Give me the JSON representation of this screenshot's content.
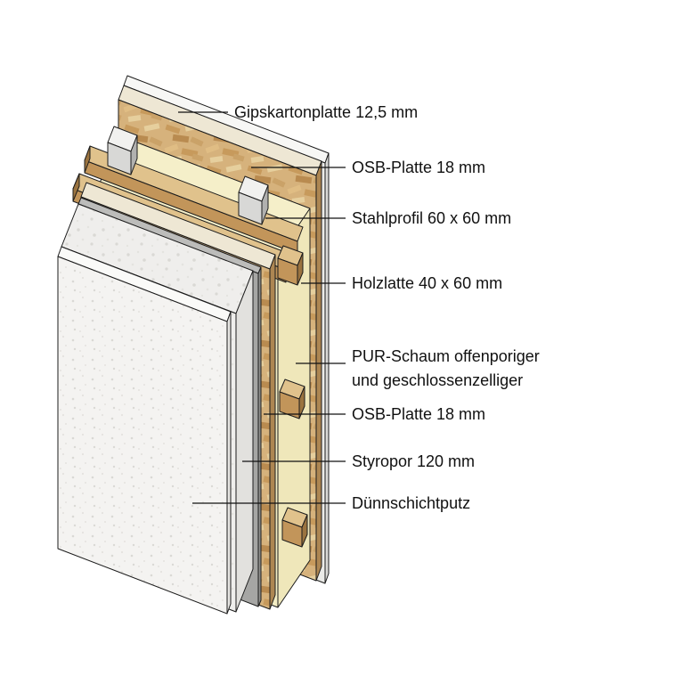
{
  "diagram": {
    "type": "wall-construction-layer-diagram",
    "background": "#ffffff",
    "labels": {
      "gipskarton": "Gipskartonplatte 12,5 mm",
      "osb_back": "OSB-Platte 18 mm",
      "stahlprofil": "Stahlprofil 60 x 60 mm",
      "holzlatte": "Holzlatte 40 x 60 mm",
      "pur_line1": "PUR-Schaum offenporiger",
      "pur_line2": "und geschlossenzelliger",
      "osb_front": "OSB-Platte 18 mm",
      "styropor": "Styropor 120 mm",
      "putz": "Dünnschichtputz"
    },
    "colors": {
      "outline": "#1c1c1c",
      "label_text": "#111111",
      "leader": "#111111",
      "gypsum_face": "#ebebe8",
      "gypsum_top": "#f7f7f5",
      "gypsum_side": "#dadad7",
      "osb_base": "#d6b27c",
      "osb_top": "#eee7d4",
      "osb_side": "#ad8652",
      "pur_face": "#f3edc4",
      "pur_top": "#f5efc9",
      "pur_side": "#efe7ba",
      "gray_face": "#a6a6a4",
      "gray_top": "#bcbcba",
      "gray_side": "#8f8f8d",
      "styropor_base": "#efeeec",
      "styropor_top": "#f4f3f1",
      "styropor_side": "#e2e1de",
      "putz_base": "#f4f3f1",
      "putz_top": "#fafaf8",
      "putz_side": "#e7e6e3",
      "wood_face": "#c2955a",
      "wood_top": "#e0c28c",
      "wood_side": "#9a7340",
      "steel_face": "#d8d8d6",
      "steel_top": "#f1f1ef",
      "steel_side": "#b1b1af",
      "chip1": "#c79a5c",
      "chip2": "#e6cf9d",
      "chip3": "#b98b50",
      "chip4": "#caa268",
      "chip5": "#e0bd84",
      "dot1": "#dad9d5",
      "dot2": "#e4e3df"
    }
  }
}
